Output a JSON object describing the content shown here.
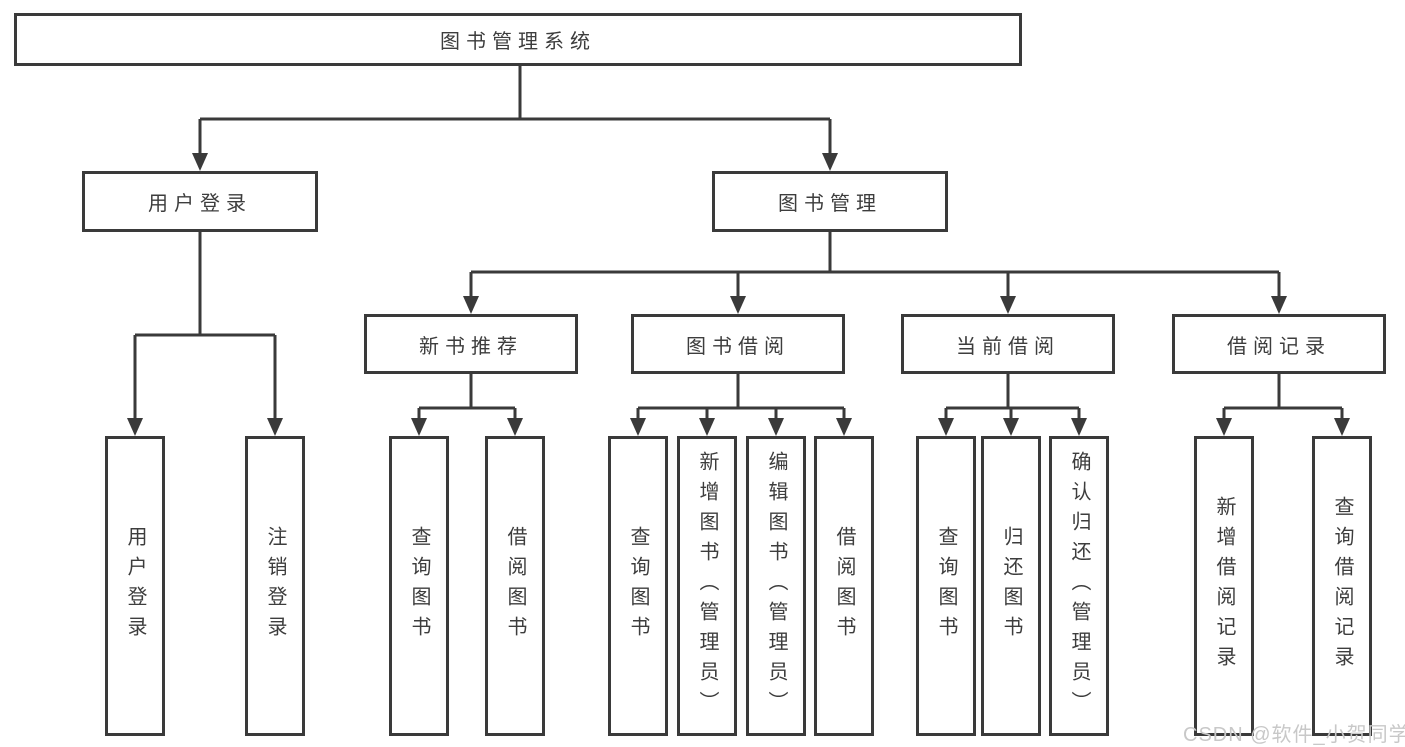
{
  "diagram": {
    "root": "图书管理系统",
    "branches": [
      {
        "label": "用户登录",
        "children": [
          "用户登录",
          "注销登录"
        ]
      },
      {
        "label": "图书管理",
        "children": [
          {
            "label": "新书推荐",
            "children": [
              "查询图书",
              "借阅图书"
            ]
          },
          {
            "label": "图书借阅",
            "children": [
              "查询图书",
              "新增图书（管理员）",
              "编辑图书（管理员）",
              "借阅图书"
            ]
          },
          {
            "label": "当前借阅",
            "children": [
              "查询图书",
              "归还图书",
              "确认归还（管理员）"
            ]
          },
          {
            "label": "借阅记录",
            "children": [
              "新增借阅记录",
              "查询借阅记录"
            ]
          }
        ]
      }
    ]
  },
  "watermark": "CSDN @软件_小贺同学",
  "colors": {
    "line": "#3a3a3a",
    "text": "#3d3d3d",
    "watermark": "#c8c8c8",
    "background": "#ffffff"
  }
}
